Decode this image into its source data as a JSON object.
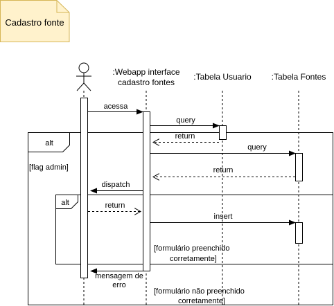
{
  "note": {
    "label": "Cadastro fonte",
    "fill": "#fff2cc",
    "stroke": "#d6b656"
  },
  "participants": [
    {
      "id": "actor",
      "lines": []
    },
    {
      "id": "webapp",
      "lines": [
        ":Webapp interface",
        "cadastro fontes"
      ]
    },
    {
      "id": "usuario",
      "lines": [
        ":Tabela Usuario"
      ]
    },
    {
      "id": "fontes",
      "lines": [
        ":Tabela Fontes"
      ]
    }
  ],
  "messages": {
    "acessa": "acessa",
    "query1": "query",
    "return1": "return",
    "query2": "query",
    "return2": "return",
    "dispatch": "dispatch",
    "return3": "return",
    "insert": "insert",
    "erro_line1": "mensagem de",
    "erro_line2": "erro"
  },
  "fragments": {
    "outer_tag": "alt",
    "outer_guard": "[flag admin]",
    "inner_tag": "alt",
    "inner_guard_line1": "[formulário preenchido",
    "inner_guard_line2": "corretamente]",
    "else_guard_line1": "[formulário não preenchido",
    "else_guard_line2": "corretamente]"
  }
}
